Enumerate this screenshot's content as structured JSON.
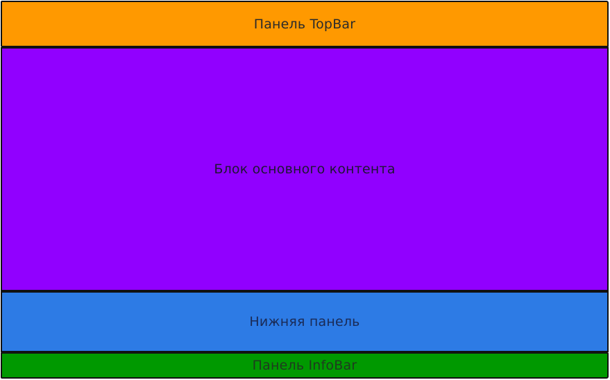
{
  "blocks": {
    "topbar": {
      "label": "Панель TopBar",
      "color": "#FF9900"
    },
    "main": {
      "label": "Блок основного контента",
      "color": "#9100FF"
    },
    "bottom": {
      "label": "Нижняя панель",
      "color": "#2D7BE5"
    },
    "infobar": {
      "label": "Панель InfoBar",
      "color": "#009900"
    }
  }
}
